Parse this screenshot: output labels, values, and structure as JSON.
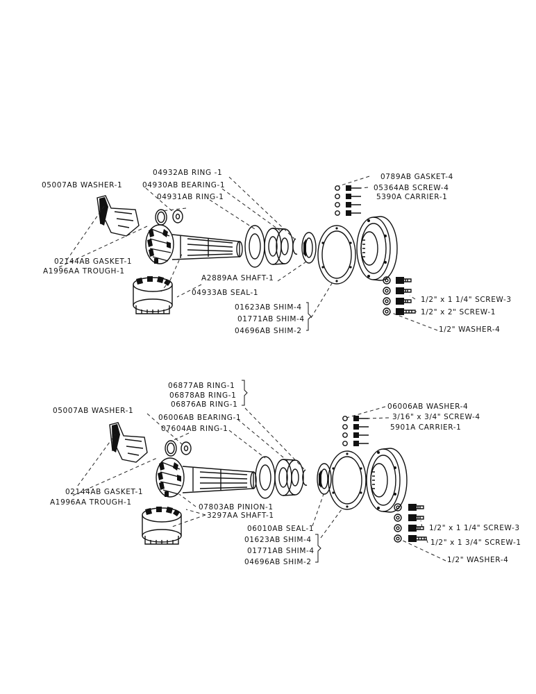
{
  "top": {
    "washer": "05007AB WASHER-1",
    "ring_a": "04932AB RING -1",
    "bearing": "04930AB BEARING-1",
    "ring_b": "04931AB RING-1",
    "gasket_small": "0789AB GASKET-4",
    "screw_small": "05364AB SCREW-4",
    "carrier": "5390A CARRIER-1",
    "gasket": "02144AB GASKET-1",
    "trough": "A1996AA TROUGH-1",
    "shaft": "A2889AA SHAFT-1",
    "seal": "04933AB SEAL-1",
    "screw_a": "1/2\" x 1 1/4\" SCREW-3",
    "screw_b": "1/2\" x 2\" SCREW-1",
    "washer_b": "1/2\" WASHER-4",
    "shim_a": "01623AB SHIM-4",
    "shim_b": "01771AB SHIM-4",
    "shim_c": "04696AB SHIM-2"
  },
  "bottom": {
    "ring_a": "06877AB RING-1",
    "ring_b": "06878AB RING-1",
    "ring_c": "06876AB RING-1",
    "washer": "05007AB WASHER-1",
    "bearing": "06006AB BEARING-1",
    "ring_d": "07604AB RING-1",
    "washer_small": "06006AB WASHER-4",
    "screw_small": "3/16\" x 3/4\" SCREW-4",
    "carrier": "5901A CARRIER-1",
    "gasket": "02144AB GASKET-1",
    "trough": "A1996AA TROUGH-1",
    "pinion": "07803AB PINION-1",
    "shaft": "3297AA SHAFT-1",
    "seal": "06010AB SEAL-1",
    "shim_a": "01623AB SHIM-4",
    "shim_b": "01771AB SHIM-4",
    "shim_c": "04696AB SHIM-2",
    "screw_a": "1/2\" x 1 1/4\" SCREW-3",
    "screw_b": "1/2\" x 1 3/4\" SCREW-1",
    "washer_b": "1/2\" WASHER-4"
  }
}
